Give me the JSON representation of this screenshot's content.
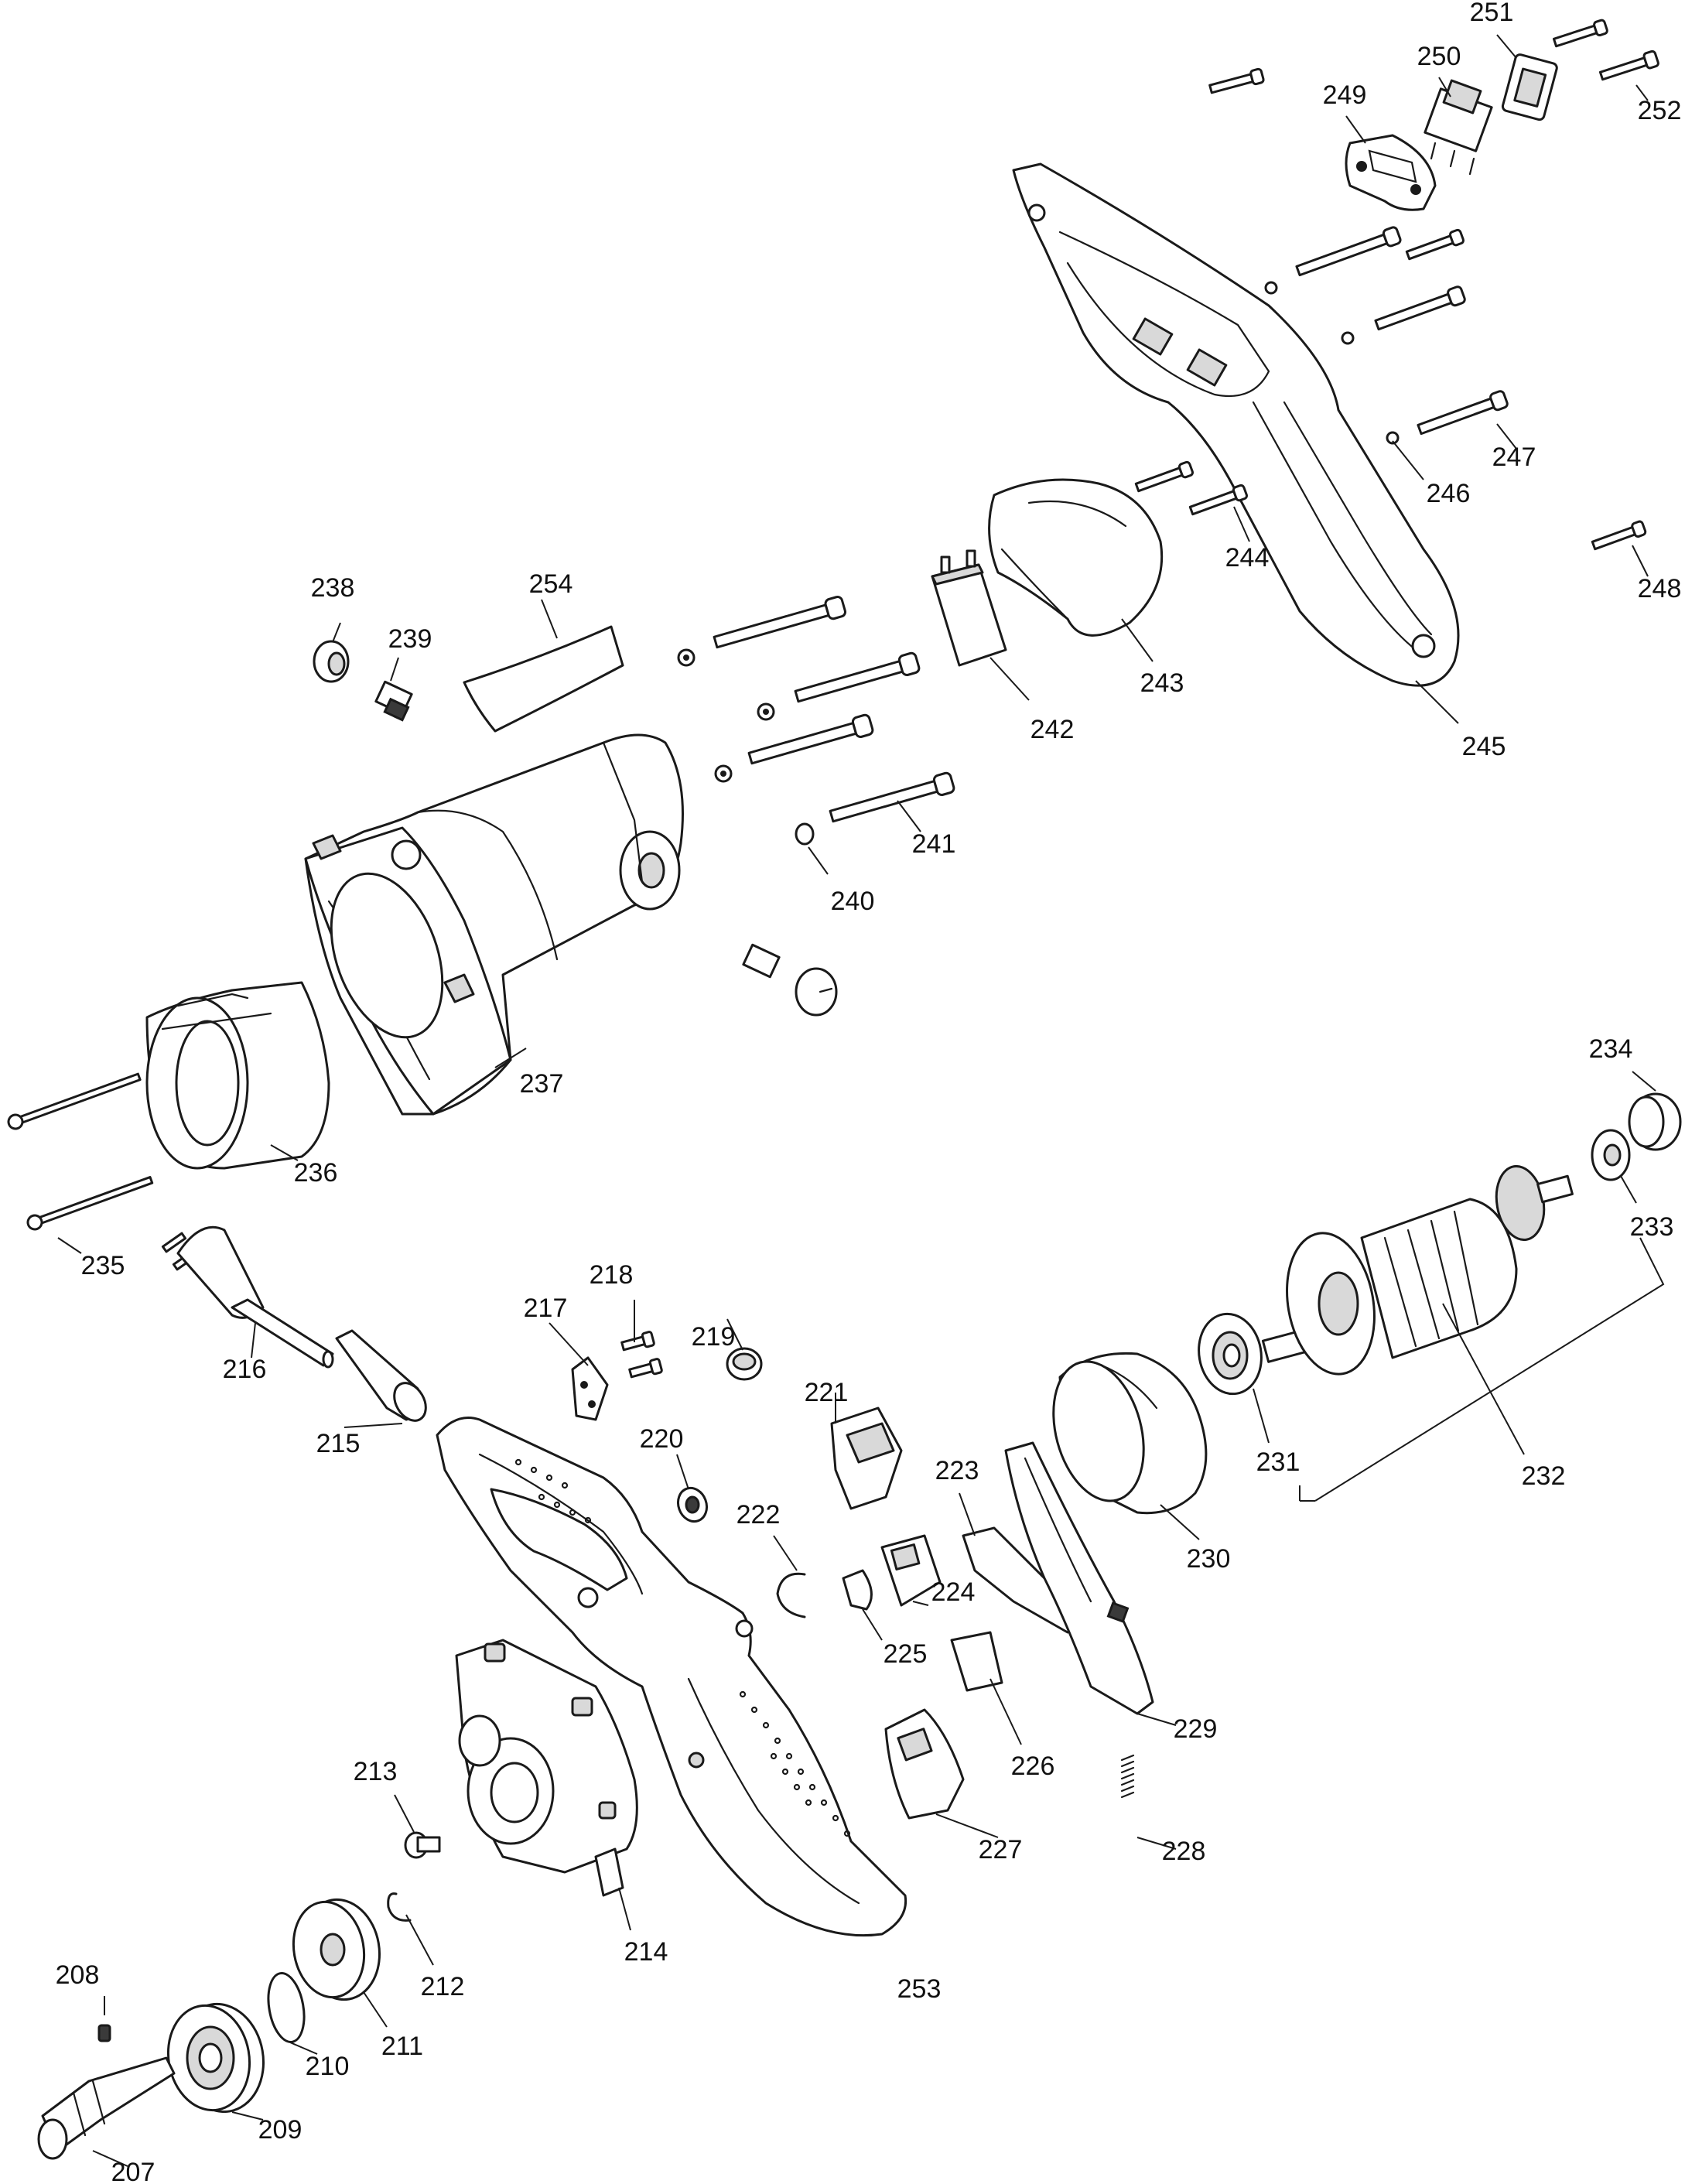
{
  "labels": {
    "p207": "207",
    "p208": "208",
    "p209": "209",
    "p210": "210",
    "p211": "211",
    "p212": "212",
    "p213": "213",
    "p214": "214",
    "p215": "215",
    "p216": "216",
    "p217": "217",
    "p218": "218",
    "p219": "219",
    "p220": "220",
    "p221": "221",
    "p222": "222",
    "p223": "223",
    "p224": "224",
    "p225": "225",
    "p226": "226",
    "p227": "227",
    "p228": "228",
    "p229": "229",
    "p230": "230",
    "p231": "231",
    "p232": "232",
    "p233": "233",
    "p234": "234",
    "p235": "235",
    "p236": "236",
    "p237": "237",
    "p238": "238",
    "p239": "239",
    "p240": "240",
    "p241": "241",
    "p242": "242",
    "p243": "243",
    "p244": "244",
    "p245": "245",
    "p246": "246",
    "p247": "247",
    "p248": "248",
    "p249": "249",
    "p250": "250",
    "p251": "251",
    "p252": "252",
    "p253": "253",
    "p254": "254"
  }
}
